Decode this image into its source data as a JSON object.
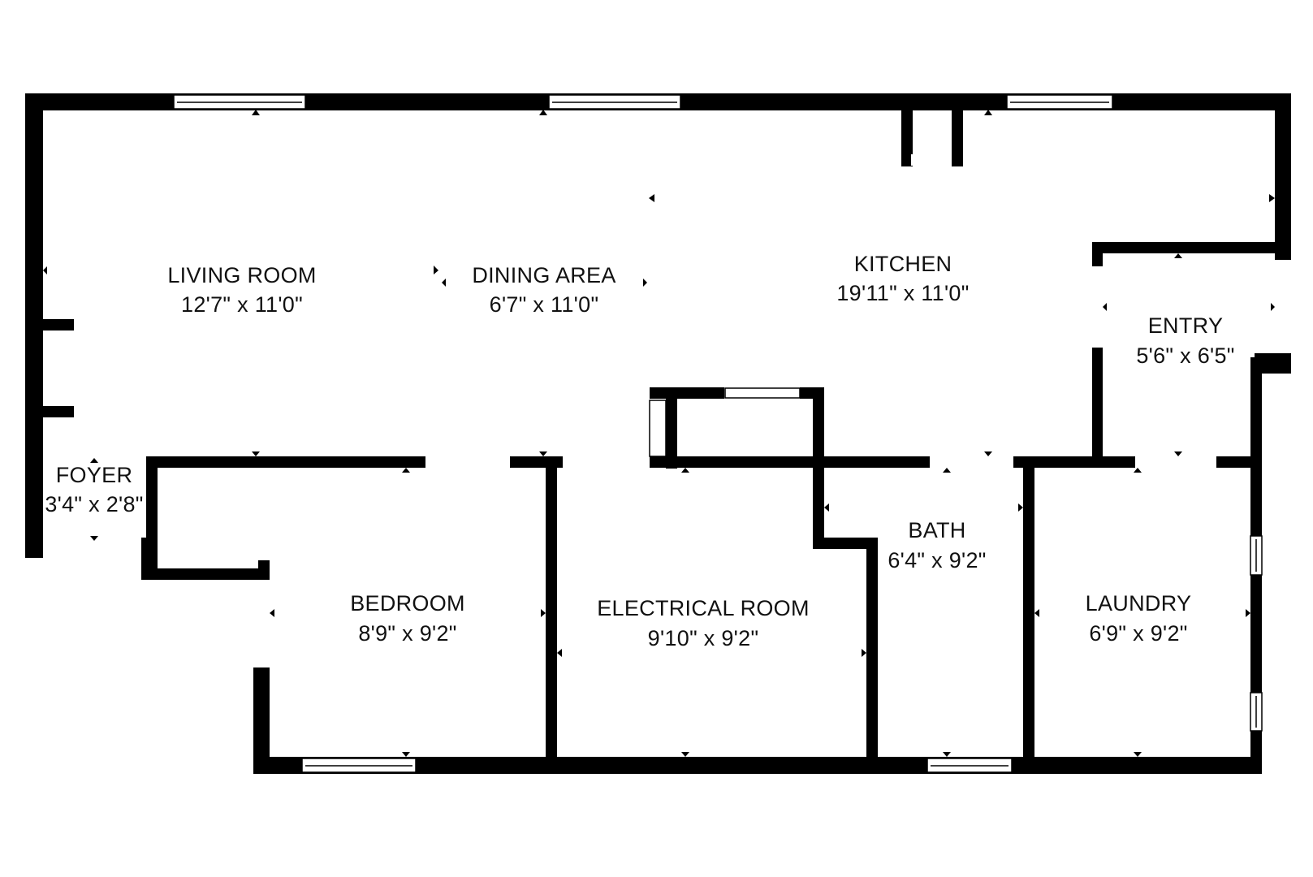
{
  "colors": {
    "wall": "#000000",
    "background": "#ffffff",
    "window_stroke": "#000000"
  },
  "rooms": [
    {
      "id": "living-room",
      "name": "LIVING ROOM",
      "dims": "12'7\" x 11'0\""
    },
    {
      "id": "dining-area",
      "name": "DINING AREA",
      "dims": "6'7\" x 11'0\""
    },
    {
      "id": "kitchen",
      "name": "KITCHEN",
      "dims": "19'11\" x 11'0\""
    },
    {
      "id": "entry",
      "name": "ENTRY",
      "dims": "5'6\" x 6'5\""
    },
    {
      "id": "foyer",
      "name": "FOYER",
      "dims": "3'4\" x 2'8\""
    },
    {
      "id": "bedroom",
      "name": "BEDROOM",
      "dims": "8'9\" x 9'2\""
    },
    {
      "id": "electrical-room",
      "name": "ELECTRICAL ROOM",
      "dims": "9'10\" x 9'2\""
    },
    {
      "id": "bath",
      "name": "BATH",
      "dims": "6'4\" x 9'2\""
    },
    {
      "id": "laundry",
      "name": "LAUNDRY",
      "dims": "6'9\" x 9'2\""
    }
  ]
}
